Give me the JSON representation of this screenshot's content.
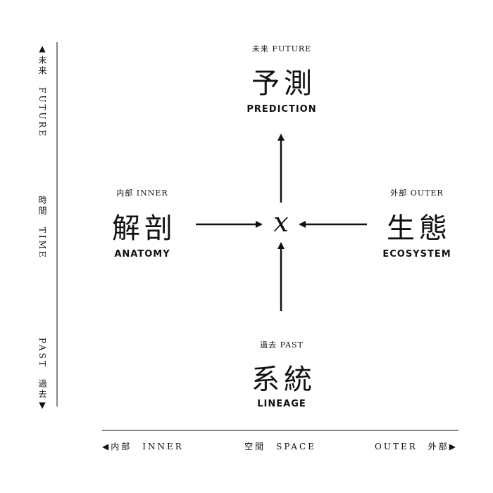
{
  "nodes": {
    "top": {
      "sub": "未来 FUTURE",
      "title": "予測",
      "en": "PREDICTION"
    },
    "left": {
      "sub": "内部 INNER",
      "title": "解剖",
      "en": "ANATOMY"
    },
    "right": {
      "sub": "外部 OUTER",
      "title": "生態",
      "en": "ECOSYSTEM"
    },
    "bottom": {
      "sub": "過去 PAST",
      "title": "系統",
      "en": "LINEAGE"
    },
    "center": "x"
  },
  "time_axis": {
    "top": "▲未来　FUTURE",
    "middle": "時間　TIME",
    "bottom": "PAST　過去▼"
  },
  "space_axis": {
    "left": "◀内部　INNER",
    "middle": "空間　SPACE",
    "right": "OUTER　外部▶"
  }
}
